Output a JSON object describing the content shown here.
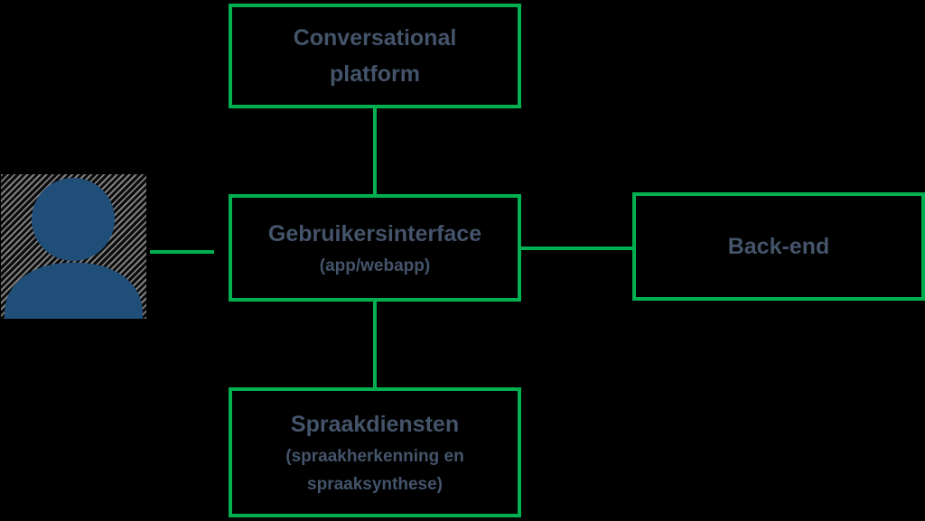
{
  "diagram": {
    "background": "#000000",
    "colors": {
      "accent_green": "#00B050",
      "text_slate": "#44546A",
      "person_blue": "#1F4E79",
      "hatch_gray": "#7F7F7F"
    },
    "nodes": {
      "platform": {
        "line1": "Conversational",
        "line2": "platform"
      },
      "ui": {
        "title": "Gebruikersinterface",
        "subtitle": "(app/webapp)"
      },
      "backend": {
        "title": "Back-end"
      },
      "speech": {
        "title": "Spraakdiensten",
        "subtitle_line1": "(spraakherkenning en",
        "subtitle_line2": "spraaksynthese)"
      }
    },
    "icons": {
      "person": "person-icon"
    }
  }
}
